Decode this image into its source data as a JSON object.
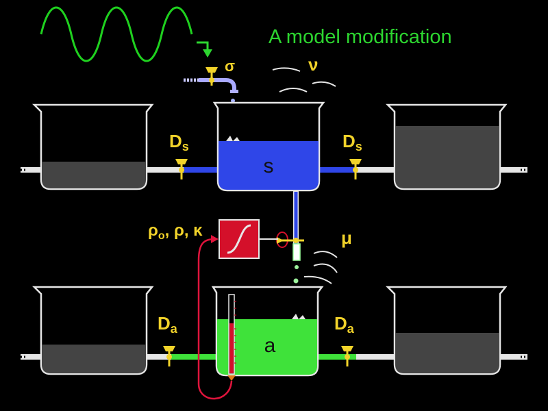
{
  "title": "A model modification",
  "labels": {
    "sigma": "σ",
    "nu": "ν",
    "mu": "μ",
    "ds_left_main": "D",
    "ds_left_sub": "s",
    "ds_right_main": "D",
    "ds_right_sub": "s",
    "da_left_main": "D",
    "da_left_sub": "a",
    "da_right_main": "D",
    "da_right_sub": "a",
    "tank_s": "s",
    "tank_a": "a",
    "rho0_main": "ρ",
    "rho0_sub": "o",
    "rho_rest": ", ρ, κ"
  },
  "colors": {
    "background": "#000000",
    "title_green": "#2dd630",
    "label_yellow": "#f2d32a",
    "substrate_blue": "#2f46e8",
    "activator_green": "#3fe23a",
    "tank_gray": "#444444",
    "pipe_white": "#e6e6e6",
    "sigmoid_red": "#d4102a",
    "feedback_red": "#e0143c",
    "wave_green": "#1fd11f"
  },
  "icons": {
    "valve": "valve-icon",
    "faucet": "faucet-icon",
    "sigmoid": "sigmoid-box-icon",
    "arrow": "arrow-icon"
  }
}
